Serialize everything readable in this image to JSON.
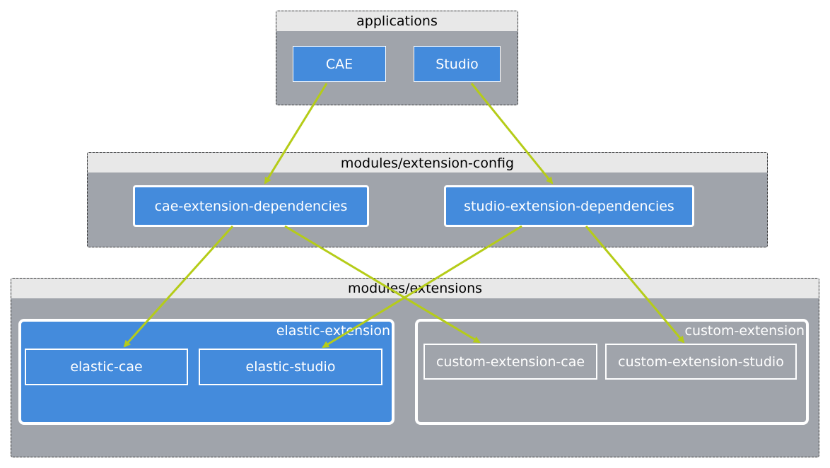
{
  "groups": {
    "applications": {
      "title": "applications",
      "nodes": {
        "cae": "CAE",
        "studio": "Studio"
      }
    },
    "extension_config": {
      "title": "modules/extension-config",
      "nodes": {
        "cae_deps": "cae-extension-dependencies",
        "studio_deps": "studio-extension-dependencies"
      }
    },
    "extensions": {
      "title": "modules/extensions",
      "elastic": {
        "title": "elastic-extension",
        "nodes": {
          "cae": "elastic-cae",
          "studio": "elastic-studio"
        }
      },
      "custom": {
        "title": "custom-extension",
        "nodes": {
          "cae": "custom-extension-cae",
          "studio": "custom-extension-studio"
        }
      }
    }
  },
  "colors": {
    "arrow": "#b5cc18",
    "node": "#448bdc",
    "group": "#a0a4ab",
    "header": "#e8e8e8"
  }
}
